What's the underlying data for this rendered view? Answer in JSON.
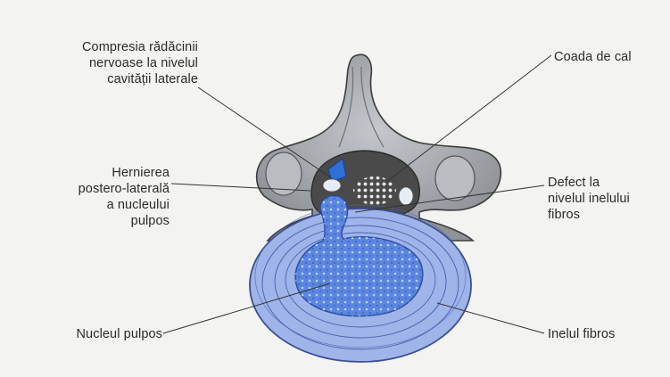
{
  "labels": {
    "compresia": "Compresia rădăcinii\nnervoase la nivelul\ncavității laterale",
    "coada": "Coada de cal",
    "hernierea": "Hernierea\npostero-laterală\na nucleului\npulpos",
    "defect": "Defect la\nnivelul inelului\nfibros",
    "nucleul": "Nucleul pulpos",
    "inelul": "Inelul fibros"
  },
  "colors": {
    "background": "#f3f3f1",
    "bone": "#a9acb0",
    "bone_outline": "#3c3c3c",
    "annulus": "#9fb4e8",
    "annulus_lines": "#4d64b4",
    "nucleus": "#5a86e0",
    "canal": "#4a4a4a",
    "nerve_root": "#2f6fd6",
    "leader_lines": "#333333"
  }
}
